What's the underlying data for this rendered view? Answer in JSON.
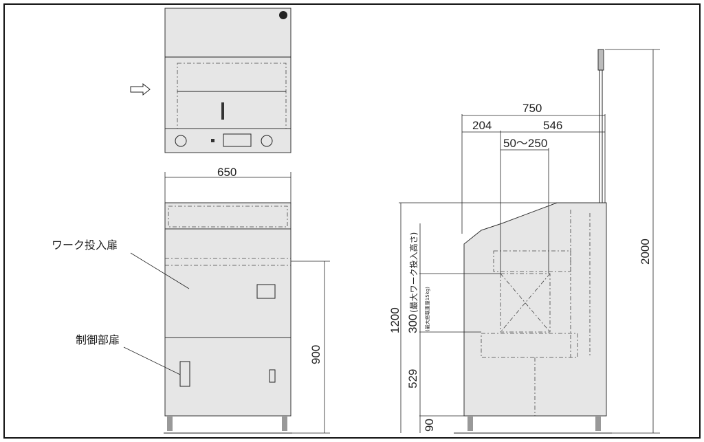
{
  "labels": {
    "work_door": "ワーク投入扉",
    "control_door": "制御部扉"
  },
  "dimensions": {
    "width_front": "650",
    "height_door": "900",
    "height_total": "2000",
    "height_1200": "1200",
    "work_height": "300",
    "work_height_note": "(最大ワーク投入高さ)",
    "max_load_note": "(最大搭載重量15kg)",
    "d529": "529",
    "d90": "90",
    "depth_total": "750",
    "d204": "204",
    "d546": "546",
    "range": "50〜250"
  },
  "colors": {
    "line": "#222222",
    "body": "#e6e6e6"
  }
}
